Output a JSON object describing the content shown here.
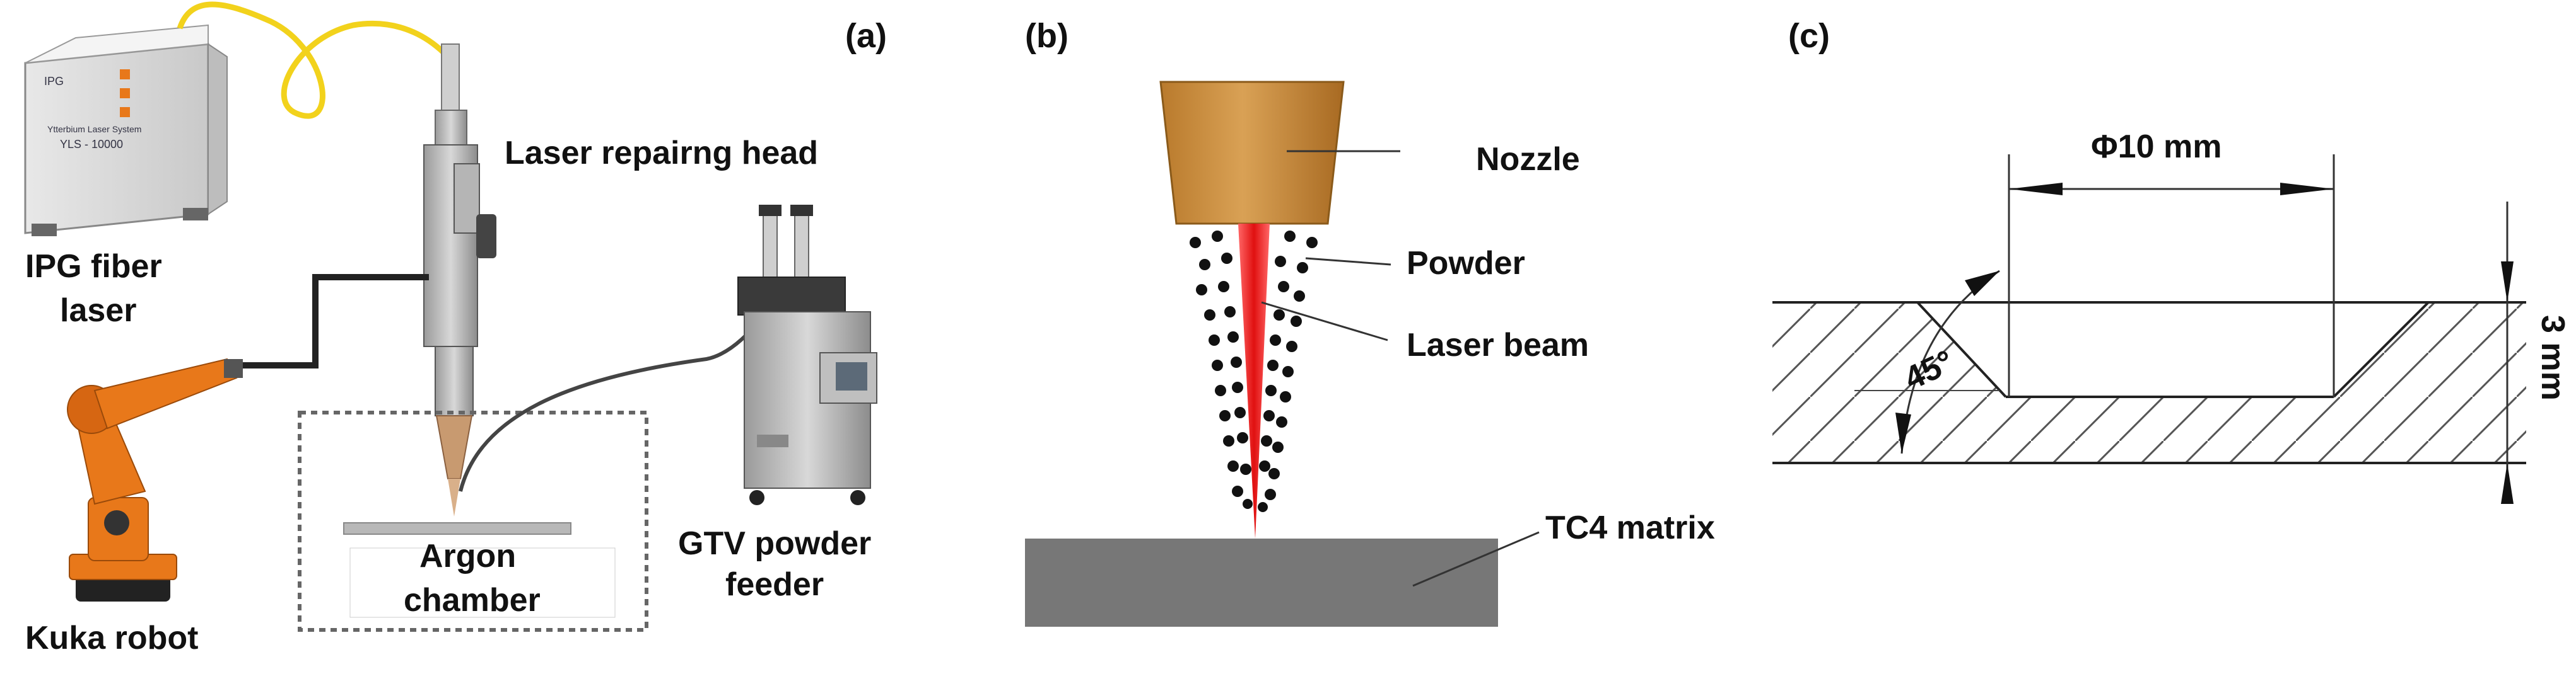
{
  "panels": {
    "a": {
      "letter": "(a)",
      "labels": {
        "laser_head": "Laser repairng head",
        "fiber_laser_line1": "IPG fiber",
        "fiber_laser_line2": "laser",
        "powder_feeder_line1": "GTV powder",
        "powder_feeder_line2": "feeder",
        "chamber_line1": "Argon",
        "chamber_line2": "chamber",
        "robot": "Kuka robot"
      },
      "device_text": {
        "laser_model_line1": "Ytterbium Laser System",
        "laser_model_line2": "YLS - 10000",
        "laser_brand": "IPG"
      }
    },
    "b": {
      "letter": "(b)",
      "labels": {
        "nozzle": "Nozzle",
        "powder": "Powder",
        "laser_beam": "Laser beam",
        "matrix": "TC4 matrix"
      }
    },
    "c": {
      "letter": "(c)",
      "dimensions": {
        "diameter": "Φ10 mm",
        "depth": "3 mm",
        "angle": "45°"
      }
    }
  },
  "colors": {
    "nozzle": "#c58a3a",
    "beam": "#ee1c1c",
    "matrix": "#777777",
    "fiber_cable": "#f2d21c",
    "robot": "#e8781a"
  }
}
